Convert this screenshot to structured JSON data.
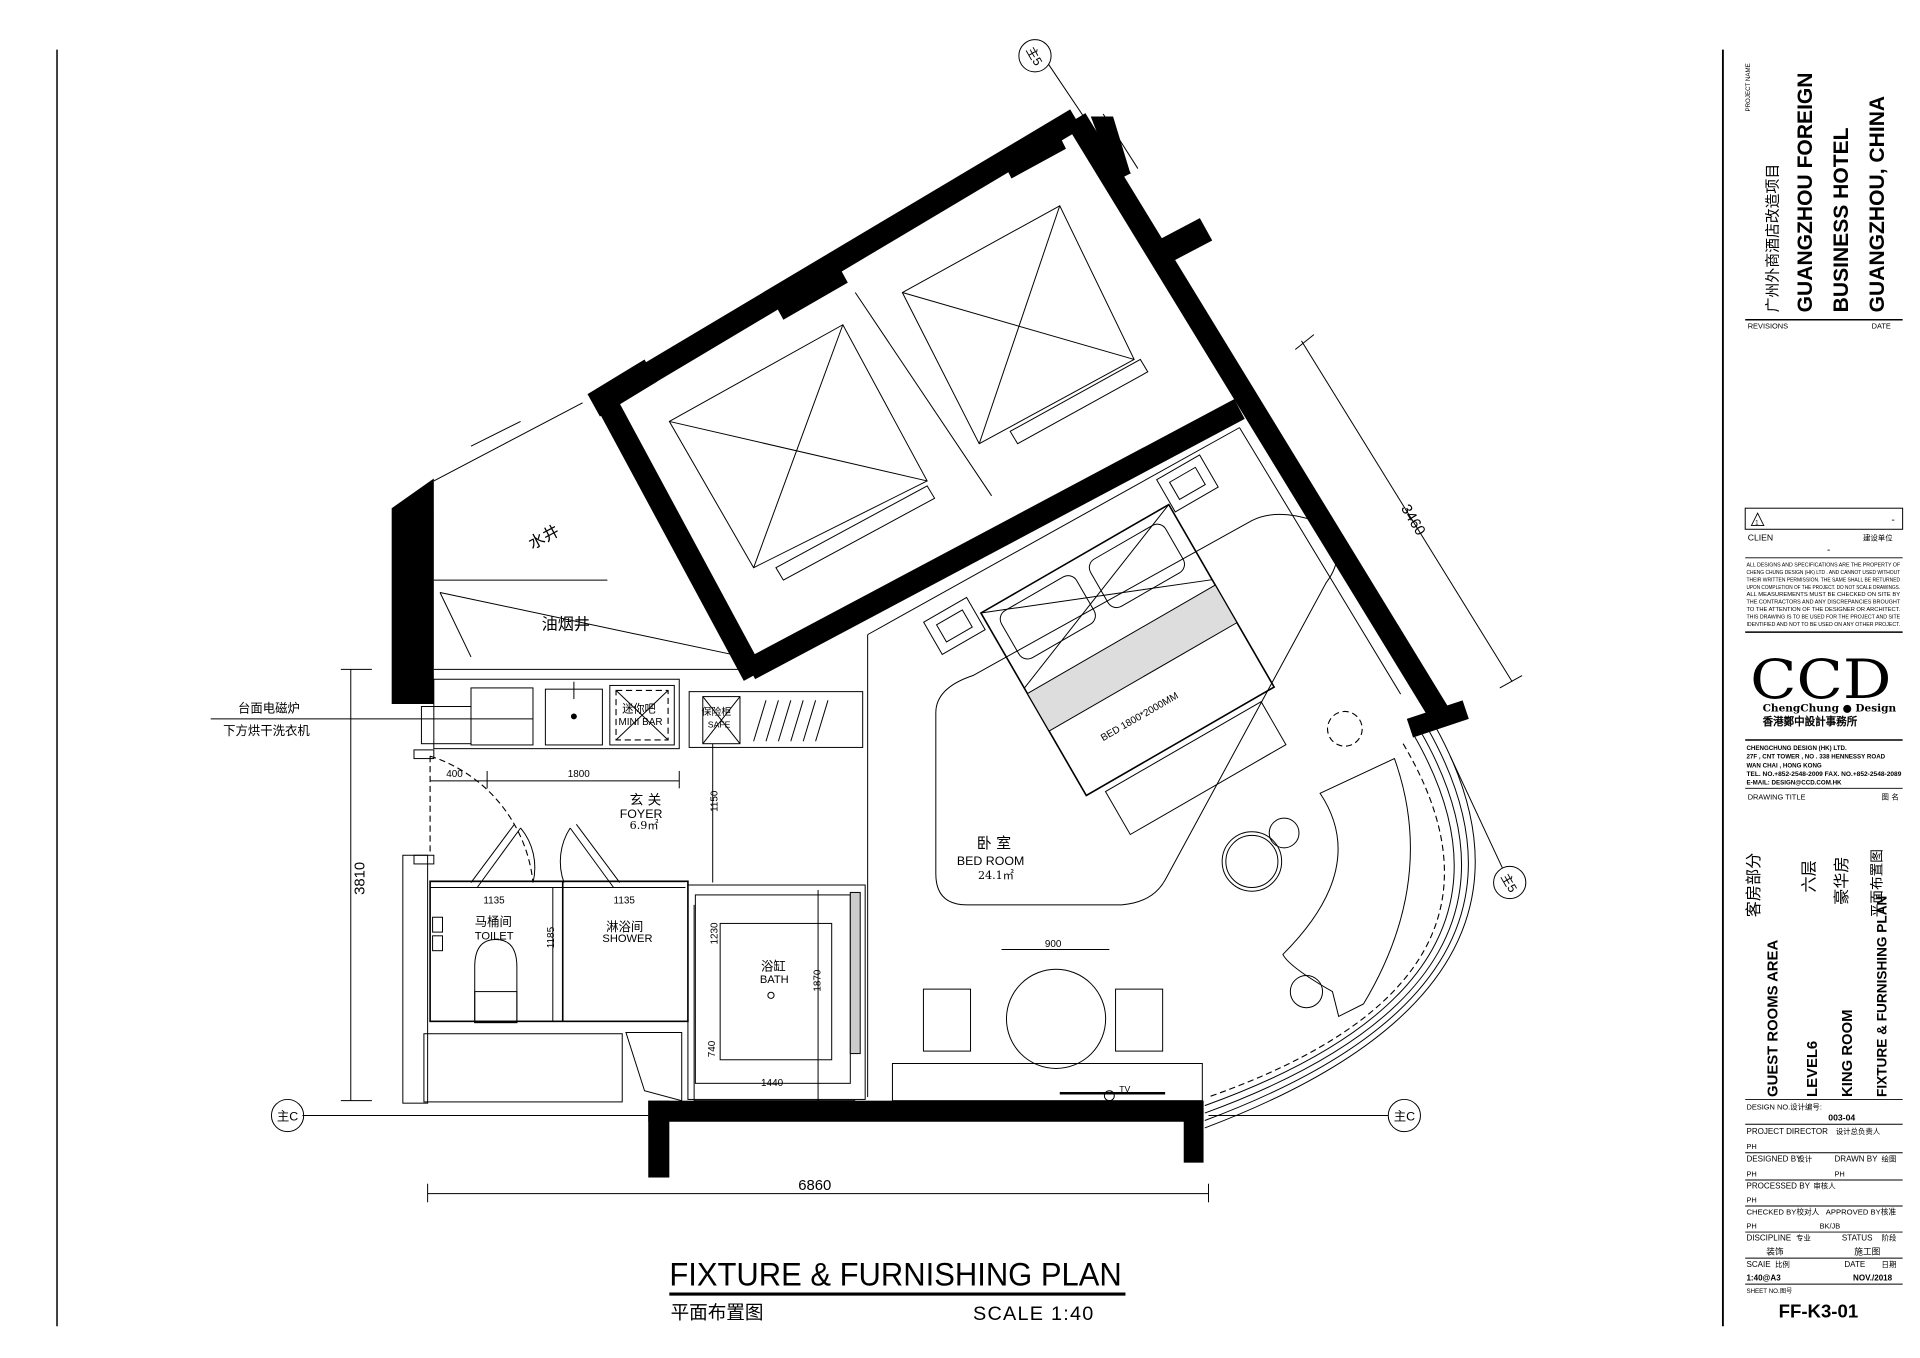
{
  "drawing": {
    "title": "FIXTURE & FURNISHING PLAN",
    "title_cn": "平面布置图",
    "scale": "SCALE 1:40"
  },
  "plan": {
    "rooms": {
      "water_shaft": "水井",
      "exhaust_shaft": "油烟井",
      "foyer_cn": "玄 关",
      "foyer": "FOYER",
      "foyer_area": "6.9㎡",
      "toilet_cn": "马桶间",
      "toilet": "TOILET",
      "shower_cn": "淋浴间",
      "shower": "SHOWER",
      "bath_cn": "浴缸",
      "bath": "BATH",
      "bedroom_cn": "卧 室",
      "bedroom": "BED ROOM",
      "bedroom_area": "24.1㎡"
    },
    "fixtures": {
      "minibar_cn": "迷你吧",
      "minibar": "MINI BAR",
      "safe_cn": "保险柜",
      "safe": "SAFE",
      "bed": "BED 1800*2000MM",
      "tv": "TV"
    },
    "notes": [
      "台面电磁炉",
      "下方烘干洗衣机"
    ],
    "dimensions": {
      "d400": "400",
      "d1800": "1800",
      "d1150": "1150",
      "d3810": "3810",
      "d1135a": "1135",
      "d1135b": "1135",
      "d1185": "1185",
      "d1230": "1230",
      "d1870": "1870",
      "d740": "740",
      "d1440": "1440",
      "d900": "900",
      "d3460": "3460",
      "d6860": "6860"
    },
    "grid_bubbles": {
      "top": "主5",
      "right": "主5",
      "left": "主C",
      "bottom_right": "主C"
    }
  },
  "title_block": {
    "project_name_label": "PROJECT NAME",
    "project_cn": "广州外商酒店改造项目",
    "project_lines": [
      "GUANGZHOU FOREIGN",
      "BUSINESS HOTEL",
      "GUANGZHOU, CHINA"
    ],
    "revisions": "REVISIONS",
    "date_label": "DATE",
    "revision_no": "1",
    "revision_val": "-",
    "client": "CLIEN",
    "client_cn": "建设单位",
    "client_val": "-",
    "disclaimer": [
      "ALL DESIGNS AND SPECIFICATIONS ARE THE PROPERTY OF",
      "CHENG CHUNG DESIGN (HK) LTD . AND CANNOT USED WITHOUT",
      "THEIR WRITTEN PERMISSION. THE SAME SHALL BE RETURNED",
      "UPON COMPLETION OF THE PROJECT. DO NOT SCALE DRAWINGS.",
      "ALL MEASUREMENTS MUST BE CHECKED ON SITE BY",
      "THE CONTRACTORS AND ANY DISCREPANCIES BROUGHT",
      "TO THE ATTENTION OF THE DESIGNER OR ARCHITECT.",
      "THIS DRAWING IS TO BE USED FOR THE PROJECT AND SITE",
      "IDENTIFIED AND NOT TO BE USED ON ANY OTHER PROJECT."
    ],
    "logo": "CCD",
    "logo_sub": "ChengChung ● Design",
    "logo_cn": "香港鄭中設計事務所",
    "company": [
      "CHENGCHUNG DESIGN (HK) LTD.",
      "27F , CNT TOWER , NO . 338 HENNESSY ROAD",
      "WAN CHAI , HONG KONG",
      "TEL. NO.+852-2548-2009  FAX. NO.+852-2548-2089",
      "E-MAIL: DESIGN@CCD.COM.HK"
    ],
    "drawing_title_label": "DRAWING TITLE",
    "drawing_title_cn_label": "图 名",
    "drawing_title_cn": [
      "客房部分",
      "六层",
      "豪华房",
      "平面布置图"
    ],
    "drawing_title_en": [
      "GUEST ROOMS AREA",
      "LEVEL6",
      "KING ROOM",
      "FIXTURE & FURNISHING PLAN"
    ],
    "design_no_label": "DESIGN NO.设计编号:",
    "design_no": "003-04",
    "project_director_label": "PROJECT DIRECTOR",
    "project_director_cn": "设计总负责人",
    "project_director": "PH",
    "designed_by_label": "DESIGNED BY",
    "designed_by_cn": "设计",
    "designed_by": "PH",
    "drawn_by_label": "DRAWN BY",
    "drawn_by_cn": "绘图",
    "drawn_by": "PH",
    "processed_by_label": "PROCESSED BY",
    "processed_by_cn": "审核人",
    "processed_by": "PH",
    "checked_by_label": "CHECKED BY校对人",
    "approved_by_label": "APPROVED BY核准",
    "checked_by": "PH",
    "approved_by": "BK/JB",
    "discipline_label": "DISCIPLINE",
    "discipline_cn": "专业",
    "discipline": "装饰",
    "status_label": "STATUS",
    "status_cn": "阶段",
    "status": "施工图",
    "scale_label": "SCAIE",
    "scale_cn": "比例",
    "scale": "1:40@A3",
    "date_label2": "DATE",
    "date_cn": "日期",
    "date": "NOV./2018",
    "sheet_no_label": "SHEET NO.",
    "sheet_no_cn": "图号",
    "sheet_no": "FF-K3-01"
  }
}
